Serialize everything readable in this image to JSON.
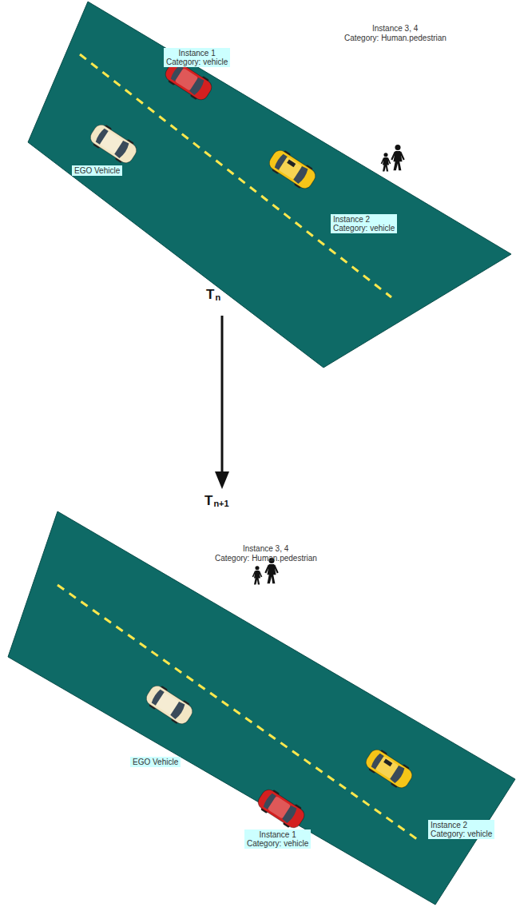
{
  "diagram": {
    "nodes": [
      {
        "text": [
          "Instance 1",
          "Category: vehicle"
        ]
      },
      {
        "text": [
          "EGO Vehicle"
        ]
      },
      {
        "text": [
          "Instance 2",
          "Category: vehicle"
        ]
      },
      {
        "text": [
          "EGO Vehicle"
        ]
      },
      {
        "text": [
          "Instance 2",
          "Category: vehicle"
        ]
      },
      {
        "text": [
          "Instance 1",
          "Category: vehicle"
        ]
      }
    ],
    "labels": [
      "Instance 3, 4",
      "Category: Human.pedestrian",
      "Tn",
      "Tn+1",
      "Instance 3, 4",
      "Category: Human.pedestrian"
    ]
  }
}
